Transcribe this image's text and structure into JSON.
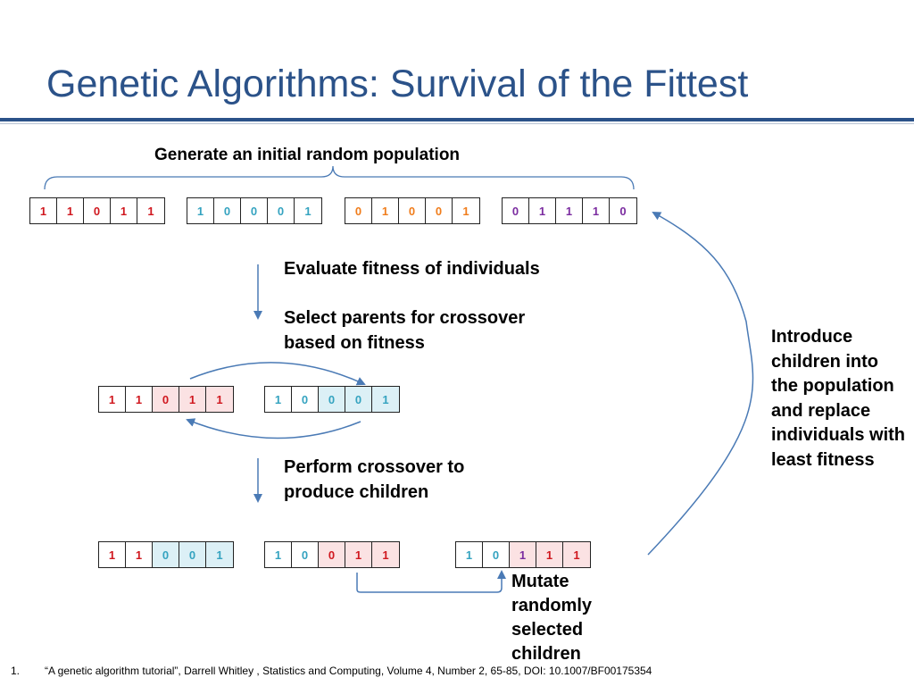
{
  "slide": {
    "title": "Genetic Algorithms: Survival of the Fittest"
  },
  "labels": {
    "generate": "Generate an initial random population",
    "evaluate": "Evaluate fitness of individuals",
    "select": "Select parents for crossover based on fitness",
    "crossover": "Perform crossover to produce children",
    "introduce": "Introduce children into the population and replace individuals with least fitness",
    "mutate": "Mutate randomly selected children"
  },
  "population": [
    {
      "bits": [
        "1",
        "1",
        "0",
        "1",
        "1"
      ],
      "color": "red"
    },
    {
      "bits": [
        "1",
        "0",
        "0",
        "0",
        "1"
      ],
      "color": "blue"
    },
    {
      "bits": [
        "0",
        "1",
        "0",
        "0",
        "1"
      ],
      "color": "orange"
    },
    {
      "bits": [
        "0",
        "1",
        "1",
        "1",
        "0"
      ],
      "color": "purple"
    }
  ],
  "parents": [
    {
      "bits": [
        "1",
        "1",
        "0",
        "1",
        "1"
      ]
    },
    {
      "bits": [
        "1",
        "0",
        "0",
        "0",
        "1"
      ]
    }
  ],
  "children": [
    {
      "bits": [
        "1",
        "1",
        "0",
        "0",
        "1"
      ]
    },
    {
      "bits": [
        "1",
        "0",
        "0",
        "1",
        "1"
      ]
    },
    {
      "bits": [
        "1",
        "0",
        "1",
        "1",
        "1"
      ]
    }
  ],
  "footnote": {
    "number": "1.",
    "text": "“A genetic algorithm tutorial”, Darrell Whitley , Statistics and Computing, Volume 4, Number 2, 65-85, DOI: 10.1007/BF00175354"
  },
  "colors": {
    "title": "#2b5289",
    "arrow": "#4a7ab5",
    "red": "#d0181f",
    "blue": "#35a3c0",
    "orange": "#f07d1c",
    "purple": "#7b2ca0",
    "pink_fill": "#fbe2e3",
    "blue_fill": "#dcf0f6"
  }
}
